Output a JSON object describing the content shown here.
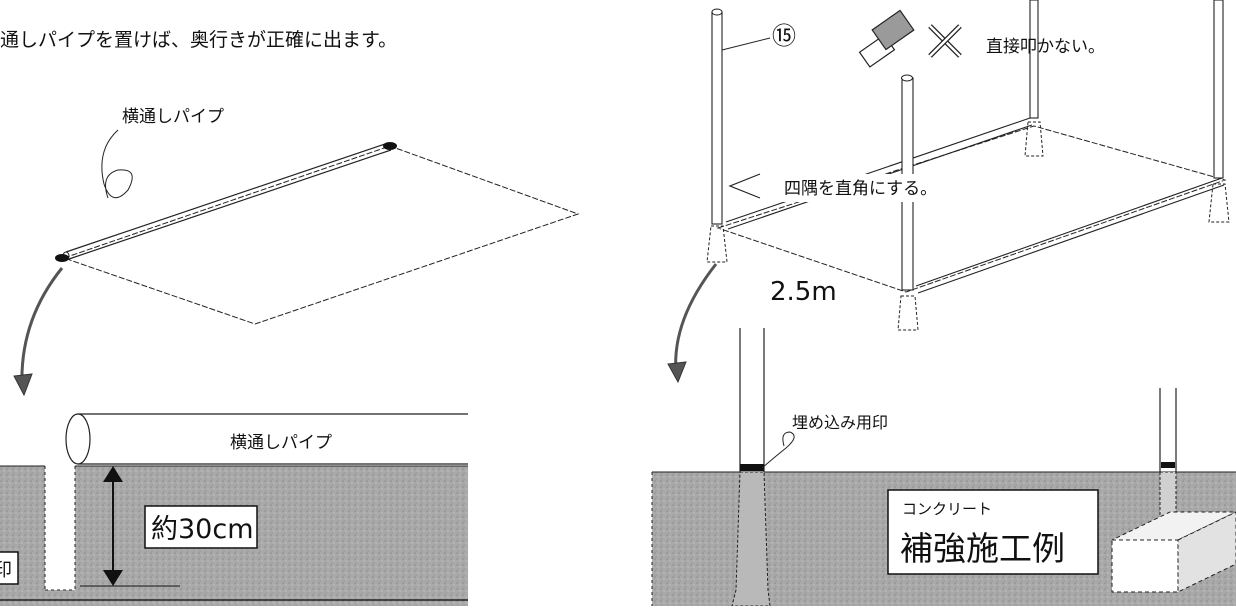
{
  "left_panel": {
    "caption": "通しパイプを置けば、奥行きが正確に出ます。",
    "pipe_label_top": "横通しパイプ",
    "pipe_label_cross": "横通しパイプ",
    "depth_label": "約30cm",
    "cut_box_label": "印"
  },
  "right_panel": {
    "post_number": "⑮",
    "no_hammer_note": "直接叩かない。",
    "corner_note": "四隅を直角にする。",
    "width_label": "2.5m",
    "mark_label": "埋め込み用印",
    "concrete_small": "コンクリート",
    "concrete_large": "補強施工例"
  },
  "colors": {
    "ground": "#a6a6a6",
    "line": "#111111",
    "mark": "#111111"
  }
}
